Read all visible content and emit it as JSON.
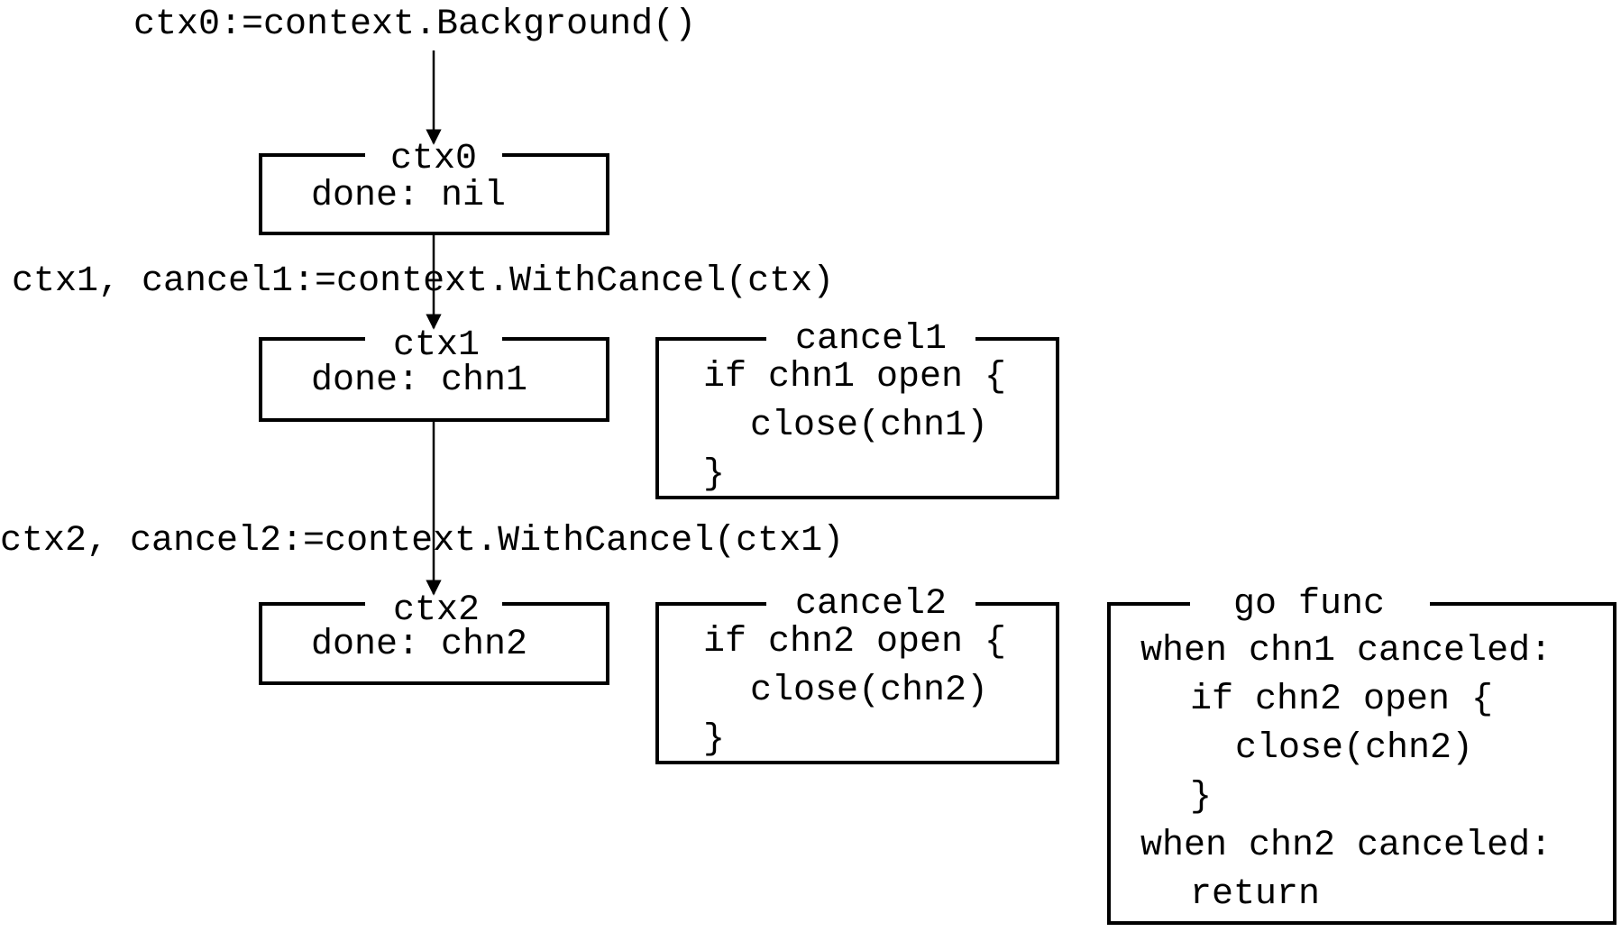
{
  "statements": {
    "background": "ctx0:=context.Background()",
    "with_cancel_1": "ctx1, cancel1:=context.WithCancel(ctx)",
    "with_cancel_2": "ctx2, cancel2:=context.WithCancel(ctx1)"
  },
  "nodes": {
    "ctx0": {
      "title": "ctx0",
      "line1": "done: nil"
    },
    "ctx1": {
      "title": "ctx1",
      "line1": "done: chn1"
    },
    "ctx2": {
      "title": "ctx2",
      "line1": "done: chn2"
    },
    "cancel1": {
      "title": "cancel1",
      "line1": "if chn1 open {",
      "line2": "close(chn1)",
      "line3": "}"
    },
    "cancel2": {
      "title": "cancel2",
      "line1": "if chn2 open {",
      "line2": "close(chn2)",
      "line3": "}"
    },
    "go_func": {
      "title": "go func",
      "line1": "when chn1 canceled:",
      "line2": "if chn2 open {",
      "line3": "close(chn2)",
      "line4": "}",
      "line5": "when chn2 canceled:",
      "line6": "return"
    }
  }
}
